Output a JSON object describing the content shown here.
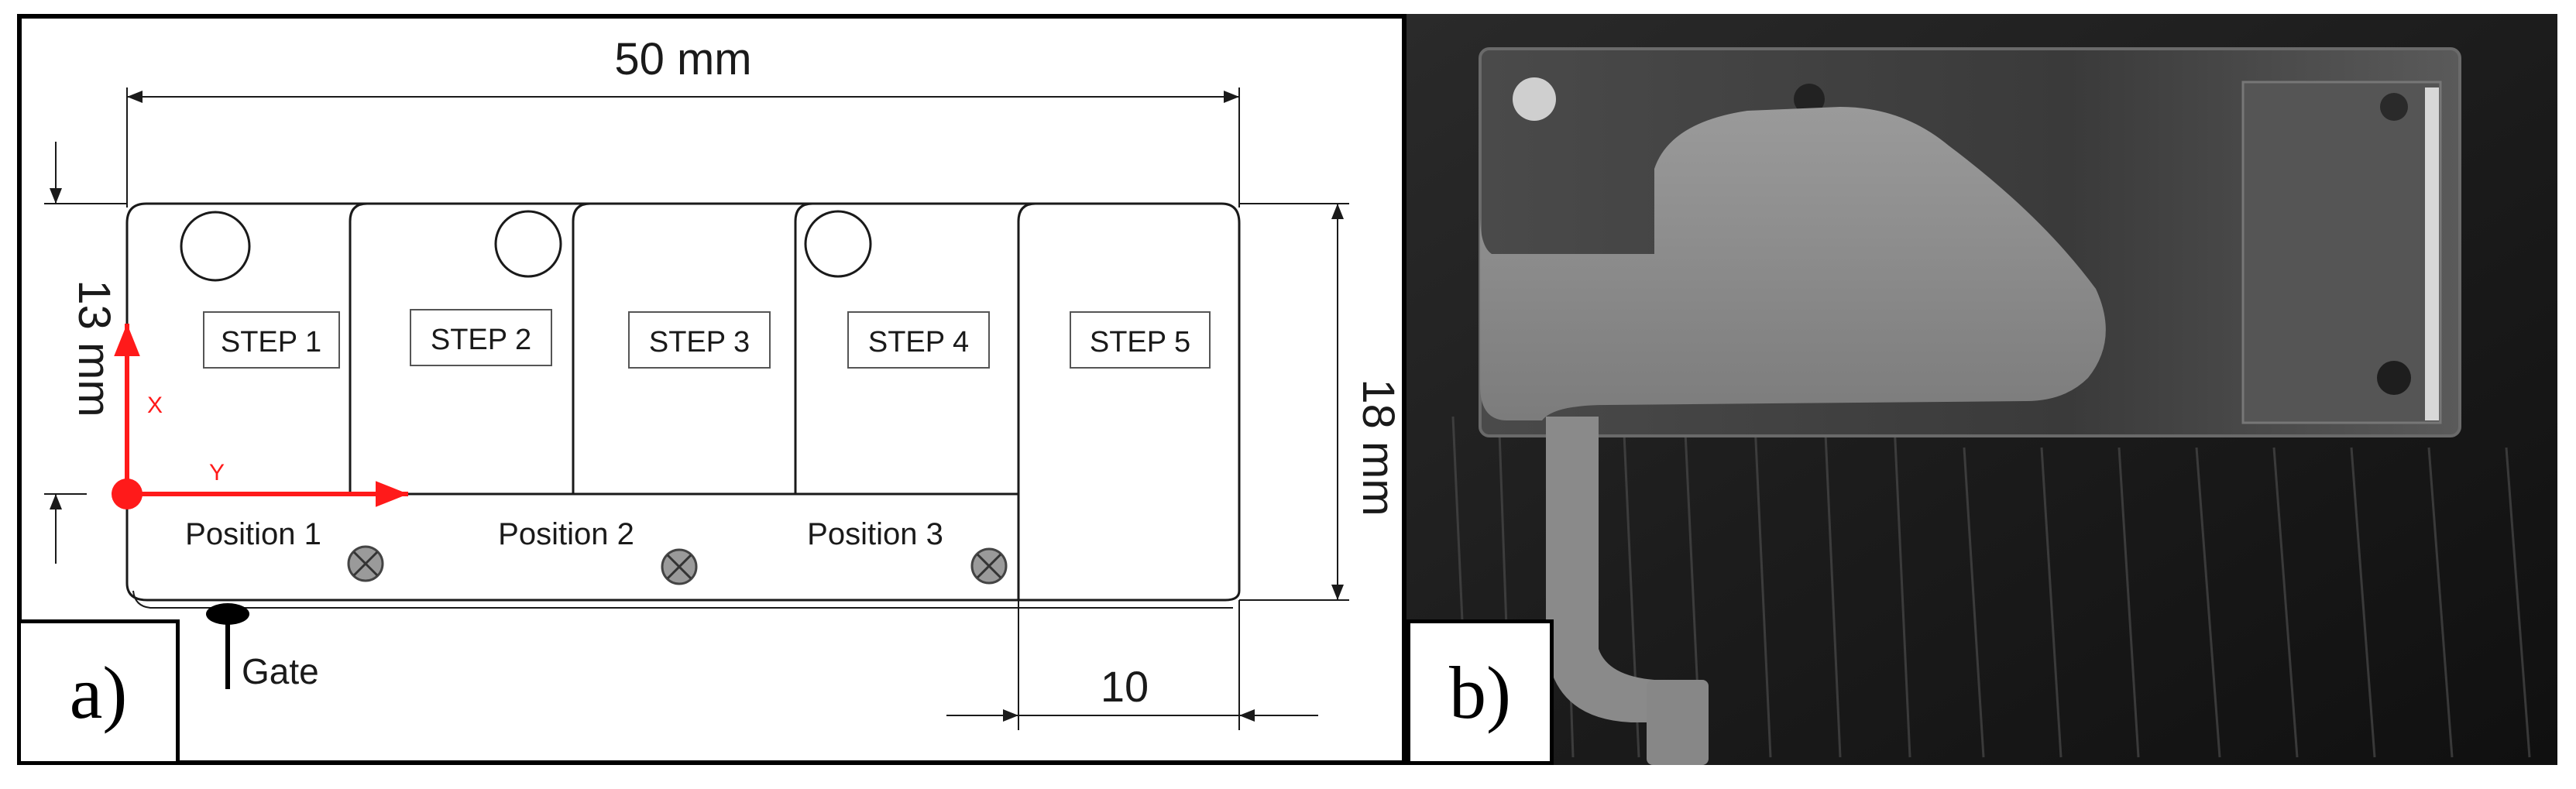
{
  "panel_a": {
    "label": "a)",
    "dim_width": "50 mm",
    "dim_left_height": "13 mm",
    "dim_right_height": "18 mm",
    "dim_bottom": "10",
    "steps": [
      "STEP 1",
      "STEP 2",
      "STEP 3",
      "STEP 4",
      "STEP 5"
    ],
    "positions": [
      "Position 1",
      "Position 2",
      "Position 3"
    ],
    "axis_x": "X",
    "axis_y": "Y",
    "gate": "Gate"
  },
  "panel_b": {
    "label": "b)"
  },
  "colors": {
    "axis_red": "#ff1a1a",
    "line": "#1a1a1a",
    "part_gray": "#8a8a8a"
  }
}
